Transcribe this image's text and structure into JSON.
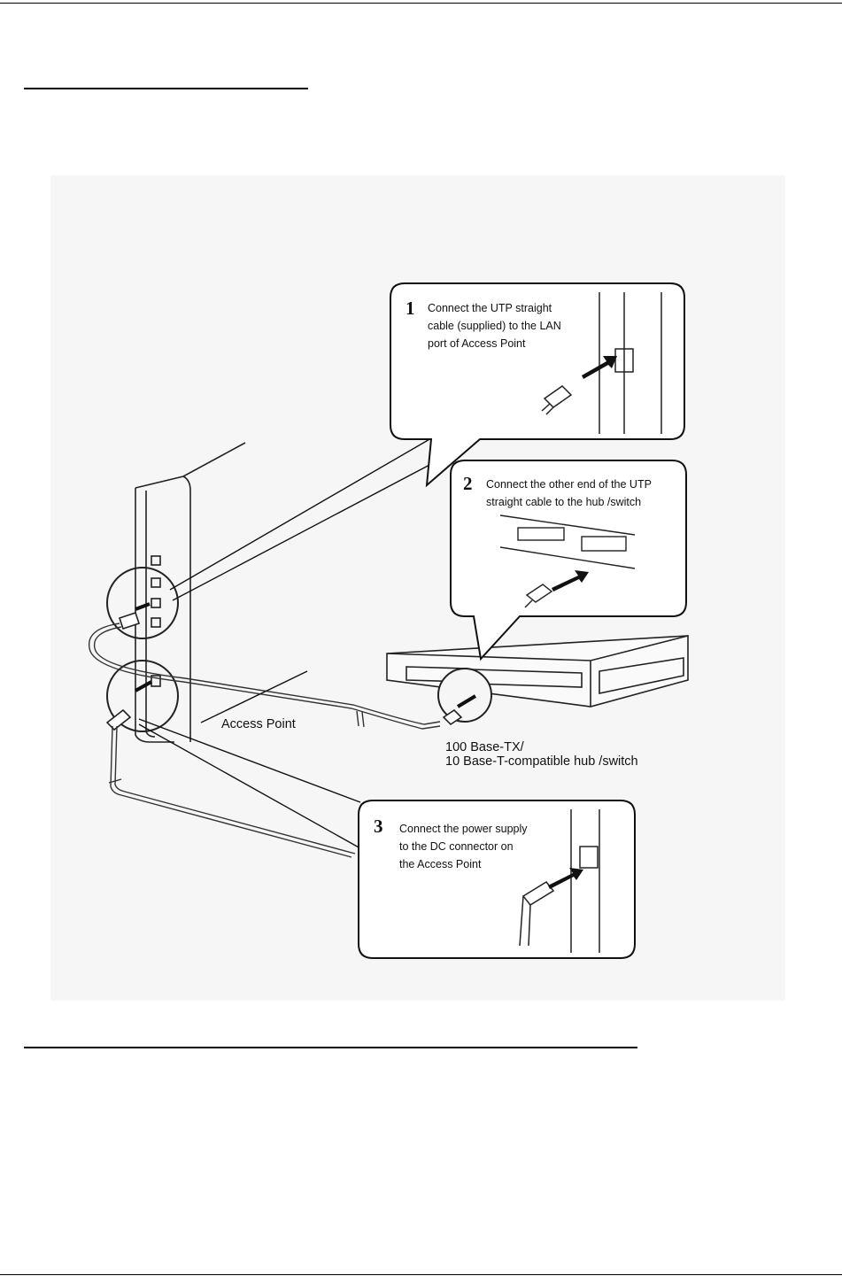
{
  "figure": {
    "callout_1": {
      "number": "1",
      "lines": [
        "Connect the UTP straight",
        "cable (supplied) to the LAN",
        "port of Access Point"
      ]
    },
    "callout_2": {
      "number": "2",
      "lines": [
        "Connect the other end of the UTP",
        "straight cable to the hub /switch"
      ]
    },
    "callout_3": {
      "number": "3",
      "lines": [
        "Connect the power supply",
        "to the DC connector on",
        "the Access Point"
      ]
    },
    "labels": {
      "access_point": "Access Point",
      "hub_line_1": "100 Base-TX/",
      "hub_line_2": "10 Base-T-compatible hub /switch"
    }
  }
}
